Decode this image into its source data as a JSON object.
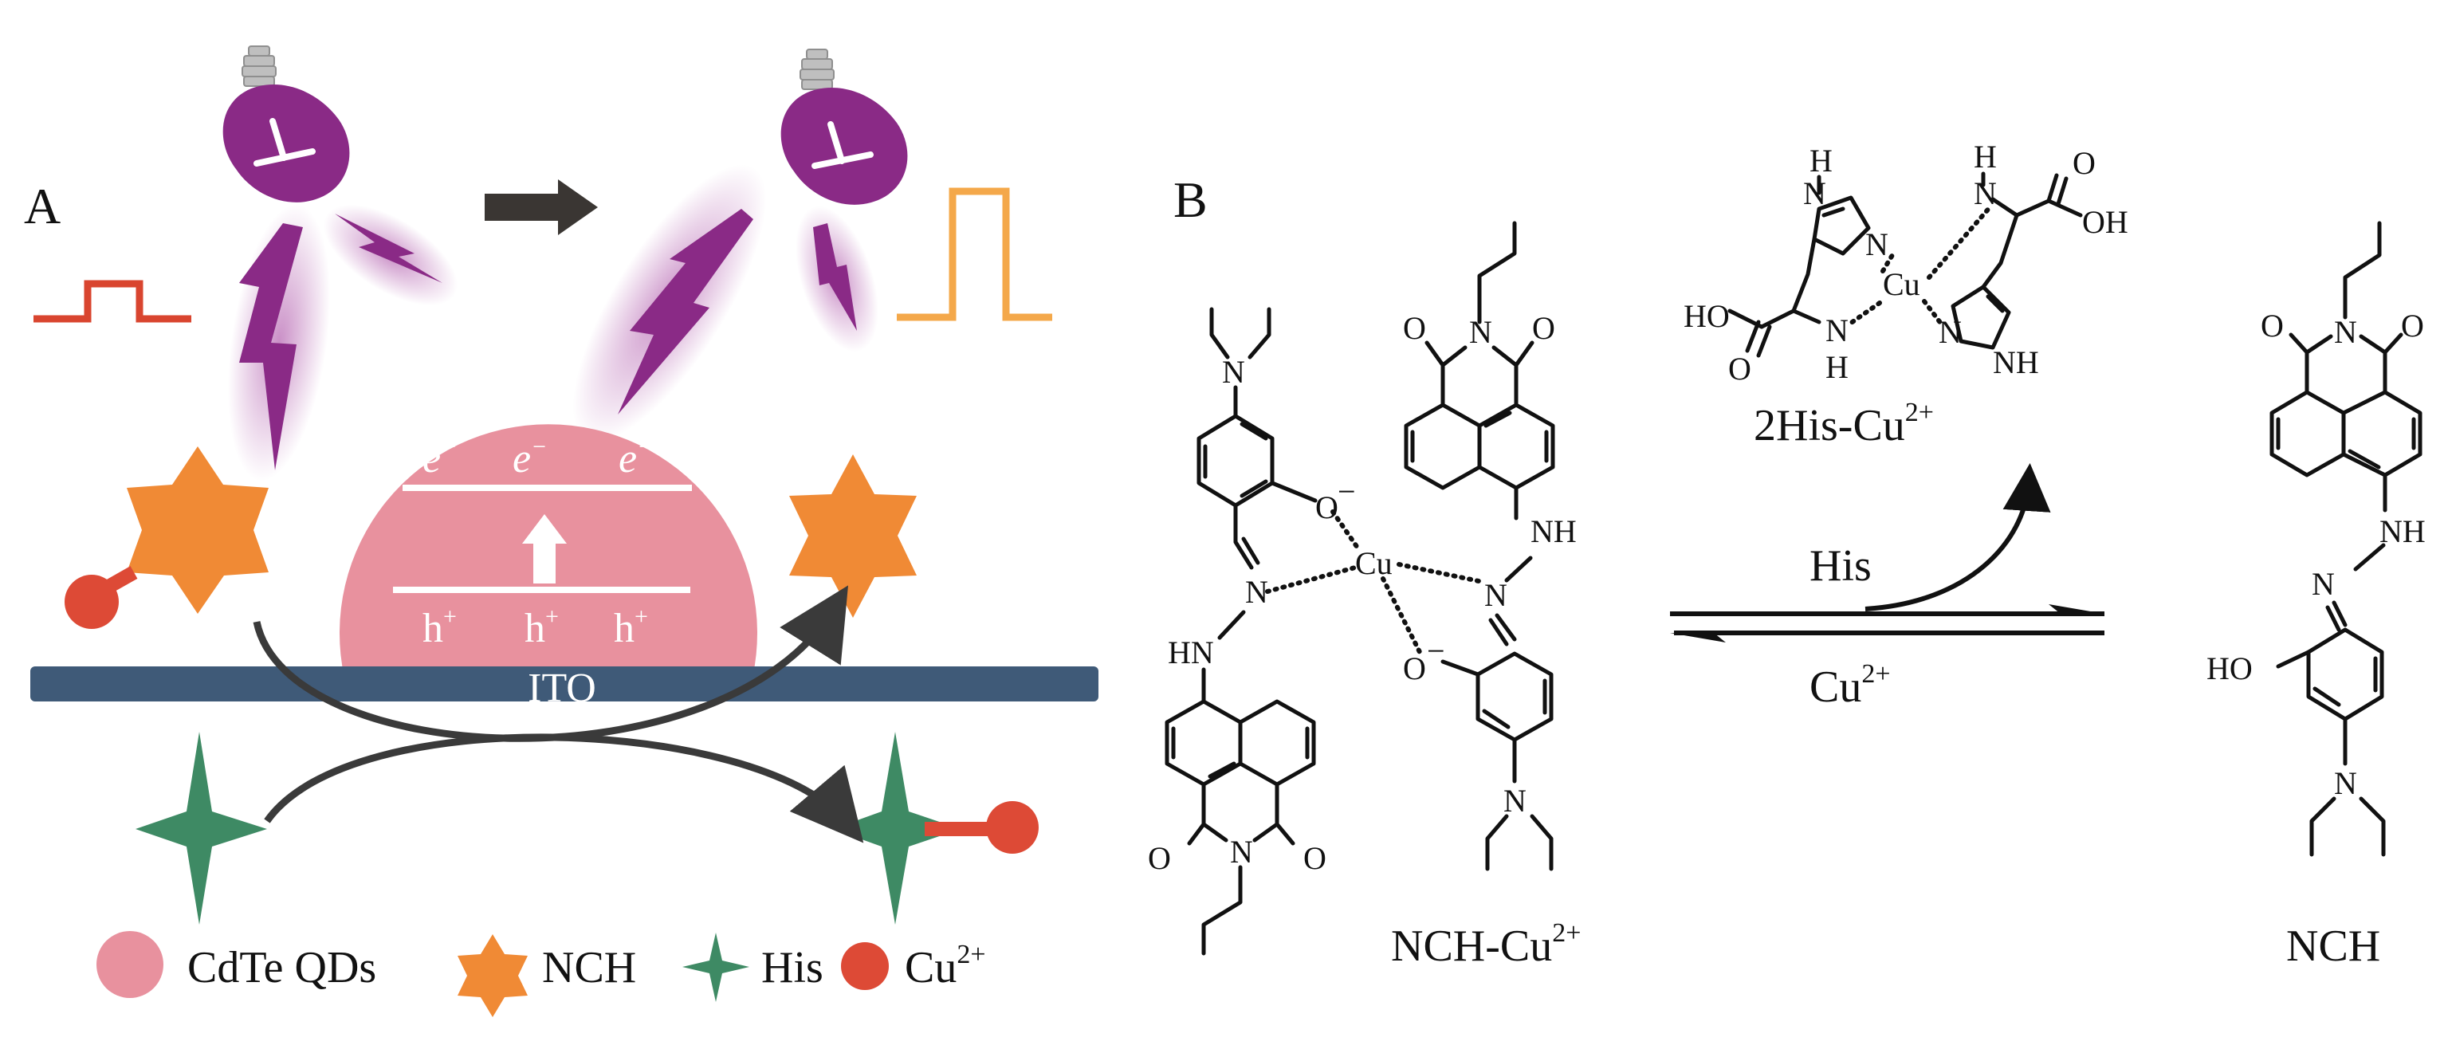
{
  "panel_a": {
    "panel_label": "A",
    "electron": "e",
    "electron_charge": "−",
    "hole": "h",
    "hole_charge": "+",
    "electrode_label": "ITO",
    "legend": {
      "qd": "CdTe QDs",
      "nch": "NCH",
      "his": "His",
      "cu": "Cu",
      "cu_charge": "2+"
    },
    "colors": {
      "bulb": "#8a2a86",
      "qd": "#e8919e",
      "nch": "#f08a35",
      "his": "#3e8a64",
      "cu": "#dd4a36",
      "electrode": "#3f5a78",
      "signal_low": "#d9452f",
      "signal_high": "#f4a84a"
    }
  },
  "panel_b": {
    "panel_label": "B",
    "complex_label": "NCH-Cu",
    "complex_charge": "2+",
    "his_complex_label": "2His-Cu",
    "his_complex_charge": "2+",
    "free_label": "NCH",
    "forward_reagent": "His",
    "reverse_reagent": "Cu",
    "reverse_charge": "2+",
    "atoms": {
      "n": "N",
      "o": "O",
      "nh": "NH",
      "hn": "HN",
      "h": "H",
      "ho": "HO",
      "oh": "OH",
      "cu": "Cu",
      "o_minus": "O",
      "minus": "−"
    }
  }
}
